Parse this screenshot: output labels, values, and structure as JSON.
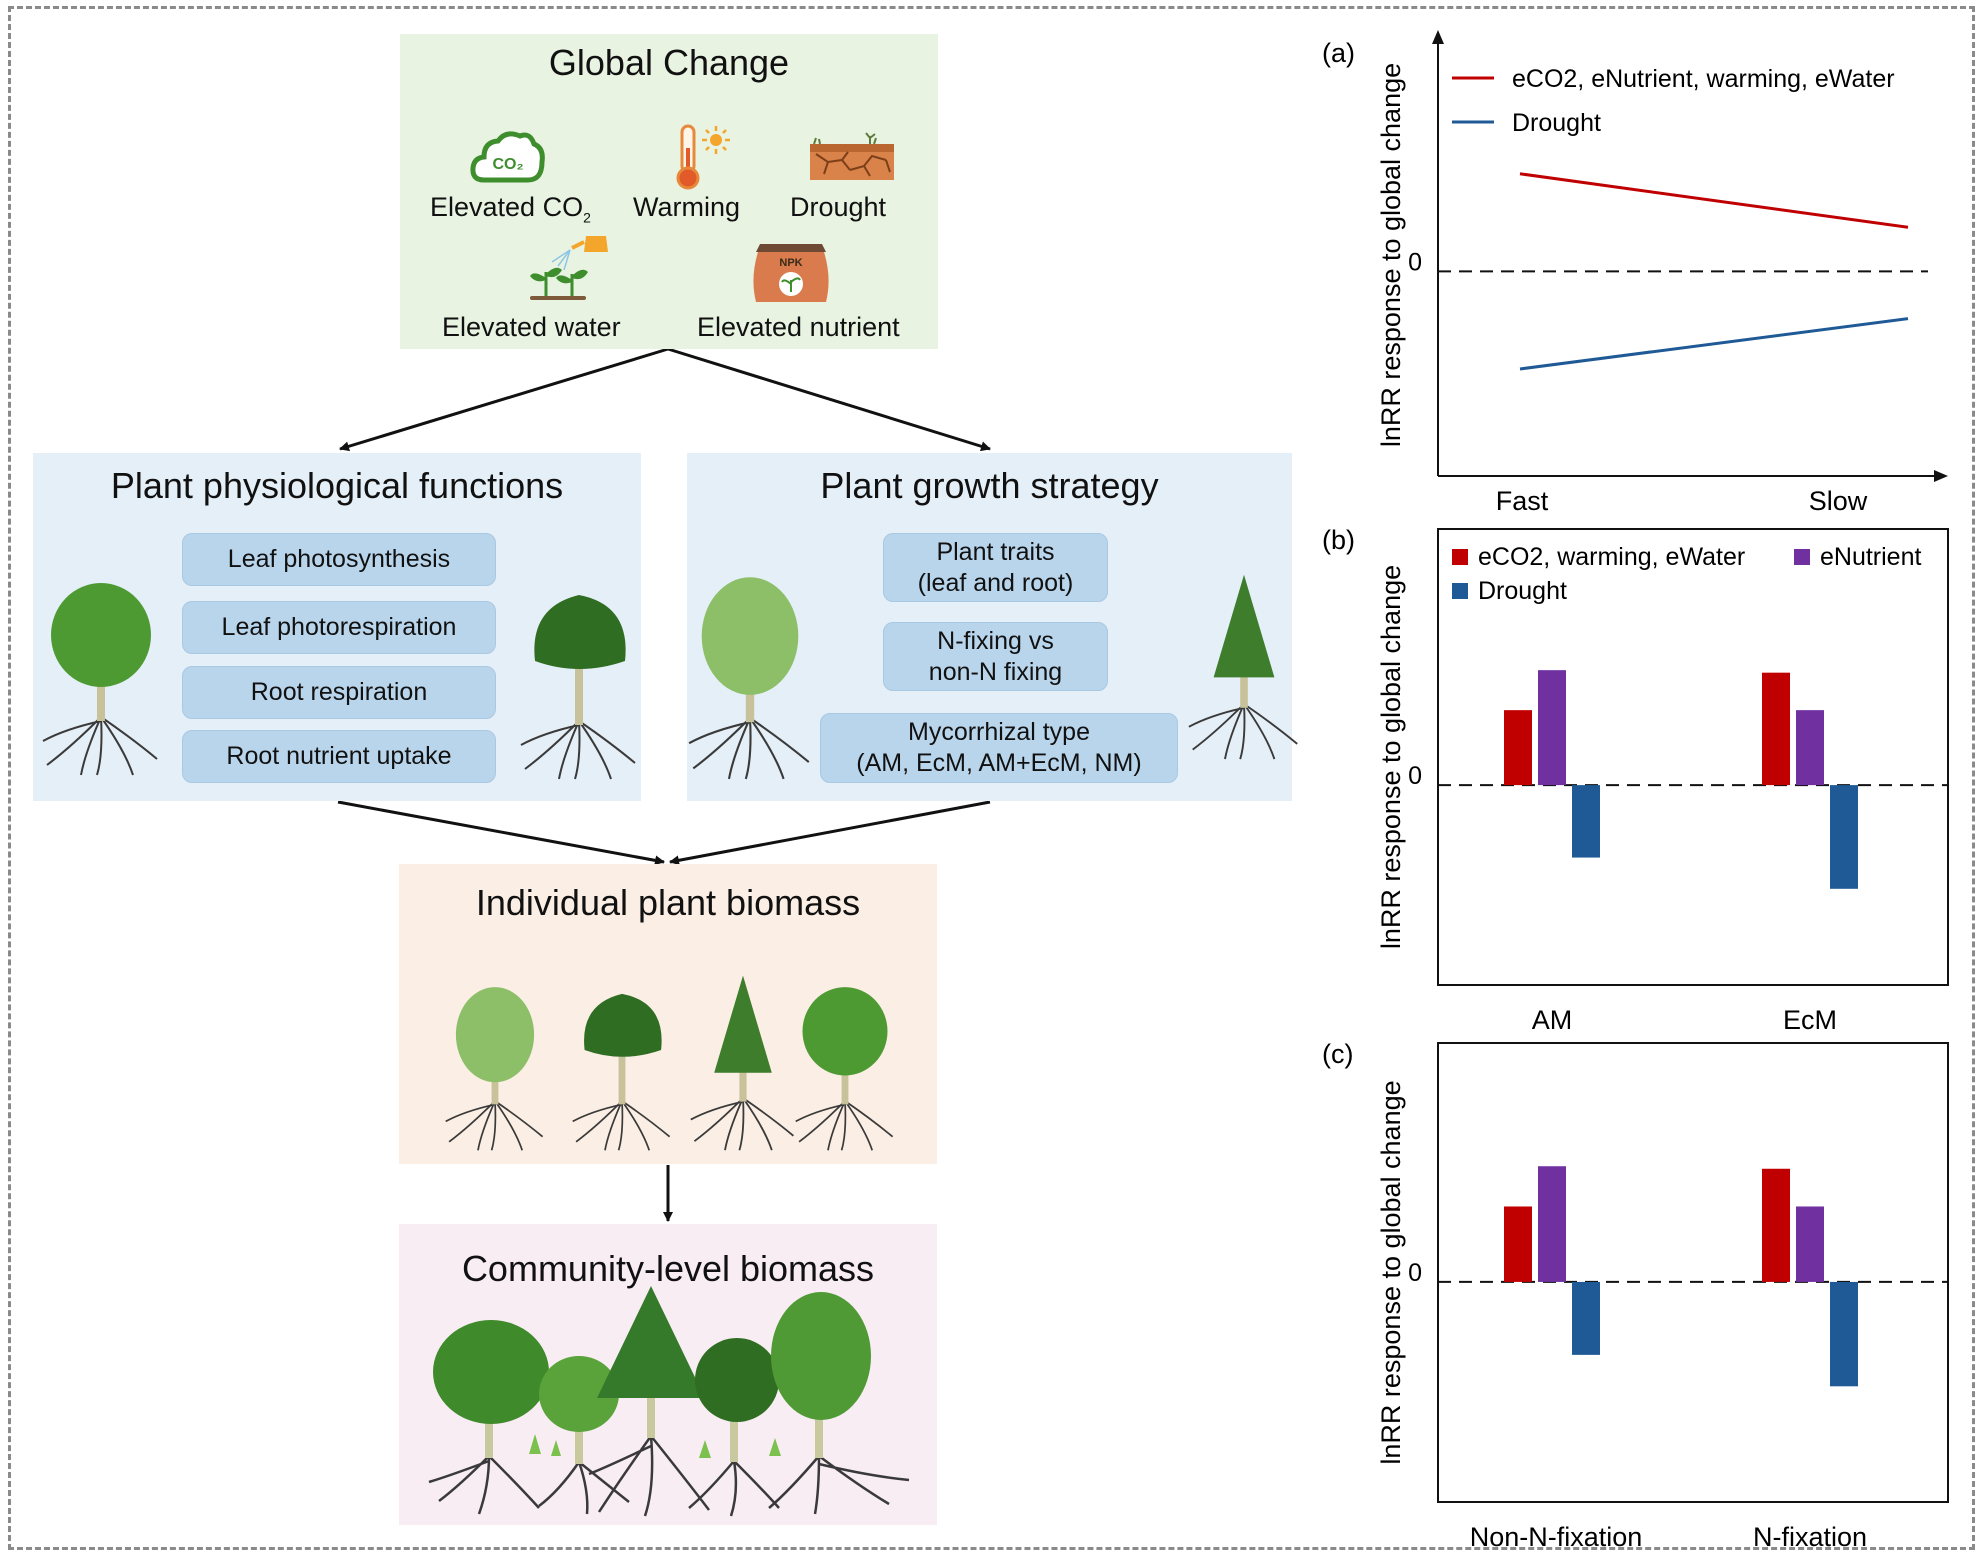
{
  "global_change": {
    "title": "Global Change",
    "labels": {
      "co2_main": "Elevated CO",
      "co2_sub": "2",
      "warming": "Warming",
      "drought": "Drought",
      "water": "Elevated water",
      "nutrient": "Elevated nutrient"
    },
    "icon_text": {
      "co2": "CO₂",
      "npk": "NPK"
    }
  },
  "physiology": {
    "title": "Plant physiological functions",
    "items": [
      "Leaf photosynthesis",
      "Leaf photorespiration",
      "Root respiration",
      "Root nutrient uptake"
    ]
  },
  "growth": {
    "title": "Plant growth strategy",
    "items": [
      "Plant traits\n(leaf and root)",
      "N-fixing vs\nnon-N fixing",
      "Mycorrhizal type\n(AM, EcM, AM+EcM, NM)"
    ]
  },
  "individual": {
    "title": "Individual plant biomass"
  },
  "community": {
    "title": "Community-level biomass"
  },
  "colors": {
    "red": "#c00000",
    "purple": "#7030a0",
    "blue": "#1f5a96",
    "box_green": "#e8f3e2",
    "box_blue": "#e5eff7",
    "box_peach": "#fbeee4",
    "box_pink": "#f9edf4",
    "pill": "#b9d5ec"
  },
  "chart_data": [
    {
      "panel": "(a)",
      "type": "line",
      "ylabel": "lnRR response to global change",
      "zero_label": "0",
      "categories": [
        "Fast",
        "Slow"
      ],
      "series": [
        {
          "name": "eCO2, eNutrient, warming, eWater",
          "color": "#c00000",
          "values": [
            0.93,
            0.42
          ]
        },
        {
          "name": "Drought",
          "color": "#1f5a96",
          "values": [
            -0.93,
            -0.45
          ]
        }
      ],
      "ylim": [
        -1.95,
        2.3
      ]
    },
    {
      "panel": "(b)",
      "type": "bar",
      "ylabel": "lnRR response to global change",
      "zero_label": "0",
      "categories": [
        "AM",
        "EcM"
      ],
      "series": [
        {
          "name": "eCO2, warming, eWater",
          "color": "#c00000",
          "values": [
            0.6,
            0.9
          ]
        },
        {
          "name": "eNutrient",
          "color": "#7030a0",
          "values": [
            0.92,
            0.6
          ]
        },
        {
          "name": "Drought",
          "color": "#1f5a96",
          "values": [
            -0.58,
            -0.83
          ]
        }
      ],
      "ylim": [
        -1.6,
        2.05
      ]
    },
    {
      "panel": "(c)",
      "type": "bar",
      "ylabel": "lnRR response to global change",
      "zero_label": "0",
      "categories": [
        "Non-N-fixation",
        "N-fixation"
      ],
      "series": [
        {
          "name": "eCO2, warming, eWater",
          "color": "#c00000",
          "values": [
            0.6,
            0.9
          ]
        },
        {
          "name": "eNutrient",
          "color": "#7030a0",
          "values": [
            0.92,
            0.6
          ]
        },
        {
          "name": "Drought",
          "color": "#1f5a96",
          "values": [
            -0.58,
            -0.83
          ]
        }
      ],
      "ylim": [
        -1.75,
        1.9
      ]
    }
  ]
}
